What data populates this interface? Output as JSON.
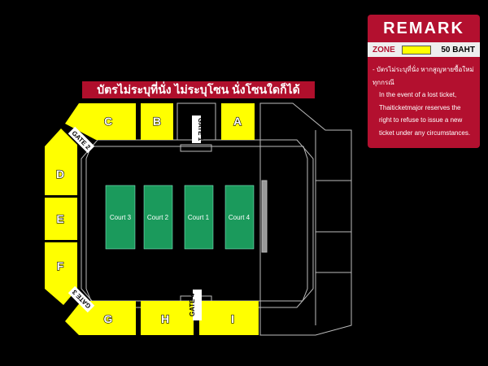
{
  "banner": "บัตรไม่ระบุที่นั่ง ไม่ระบุโซน นั่งโซนใดก็ได้",
  "remark": {
    "title": "REMARK",
    "zone_label": "ZONE",
    "price": "50 BAHT",
    "zone_color": "#ffff00",
    "note_th": "- บัตรไม่ระบุที่นั่ง หากสูญหายซื้อใหม่ทุกกรณี",
    "note_en": "In the event of a lost ticket, Thaiticketmajor reserves the right to refuse to issue a new ticket under any circumstances."
  },
  "sections": {
    "A": "A",
    "B": "B",
    "C": "C",
    "D": "D",
    "E": "E",
    "F": "F",
    "G": "G",
    "H": "H",
    "I": "I"
  },
  "gates": {
    "g1": "GATE 1",
    "g2": "GATE 2",
    "g3": "GATE 3",
    "g4": "GATE 4"
  },
  "courts": [
    "Court 3",
    "Court 2",
    "Court 1",
    "Court 4"
  ],
  "colors": {
    "section": "#ffff00",
    "court": "#1b9a5c",
    "banner": "#b00f2c"
  }
}
